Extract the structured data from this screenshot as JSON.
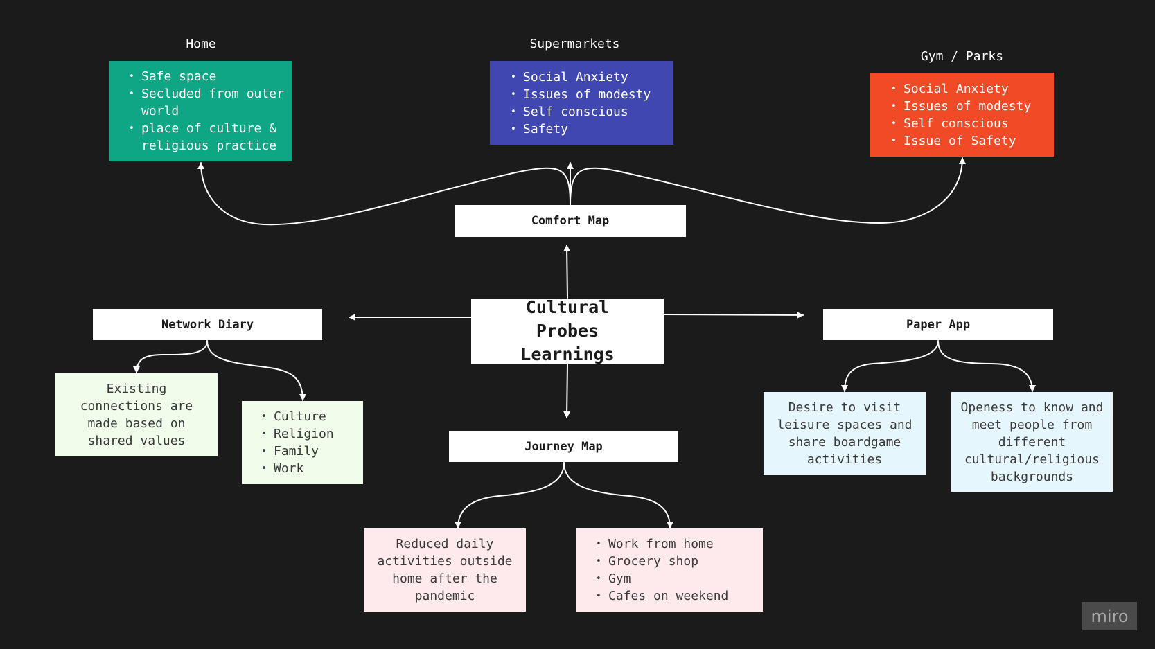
{
  "colors": {
    "background": "#1c1b1c",
    "home": "#0ea684",
    "supermarkets": "#4047b1",
    "gym_parks": "#f04a27",
    "network_notes": "#f0fdeb",
    "journey_notes": "#fee9ec",
    "paper_notes": "#e6f6fd",
    "node": "#ffffff"
  },
  "central": {
    "label": "Cultural Probes Learnings"
  },
  "comfort_map": {
    "label": "Comfort Map",
    "home": {
      "title": "Home",
      "items": [
        "Safe space",
        "Secluded from outer world",
        "place of culture & religious practice"
      ]
    },
    "supermarkets": {
      "title": "Supermarkets",
      "items": [
        "Social Anxiety",
        "Issues of modesty",
        "Self conscious",
        "Safety"
      ]
    },
    "gym_parks": {
      "title": "Gym / Parks",
      "items": [
        "Social Anxiety",
        "Issues of modesty",
        "Self conscious",
        "Issue of Safety"
      ]
    }
  },
  "network_diary": {
    "label": "Network Diary",
    "note_text": "Existing connections are made based on shared values",
    "items": [
      "Culture",
      "Religion",
      "Family",
      "Work"
    ]
  },
  "paper_app": {
    "label": "Paper App",
    "note_1": "Desire to visit leisure spaces and share boardgame activities",
    "note_2": "Openess to know and meet people from different cultural/religious backgrounds"
  },
  "journey_map": {
    "label": "Journey Map",
    "note_text": "Reduced daily activities outside home after the pandemic",
    "items": [
      "Work from home",
      "Grocery shop",
      "Gym",
      "Cafes on weekend"
    ]
  },
  "branding": {
    "logo": "miro"
  }
}
